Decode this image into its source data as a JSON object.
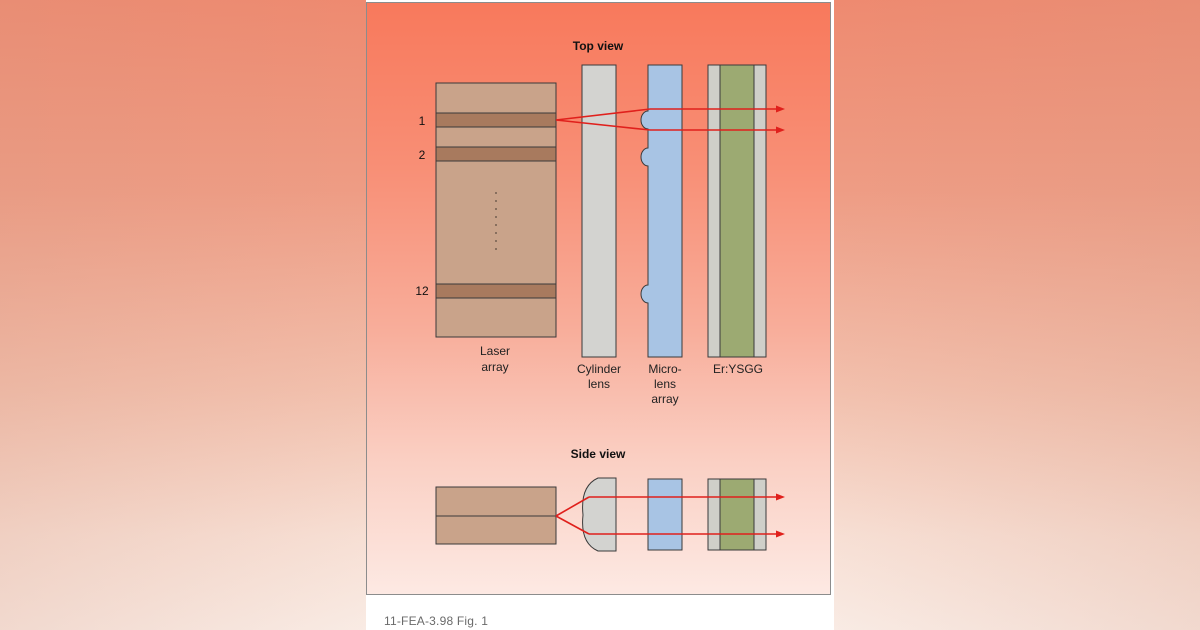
{
  "top_view": {
    "title": "Top view",
    "row_labels": [
      "1",
      "2",
      "12"
    ],
    "component_labels": {
      "laser_array": [
        "Laser",
        "array"
      ],
      "cylinder_lens": [
        "Cylinder",
        "lens"
      ],
      "microlens_array": [
        "Micro-",
        "lens",
        "array"
      ],
      "crystal": [
        "Er:YSGG"
      ]
    }
  },
  "side_view": {
    "title": "Side view"
  },
  "caption": "11-FEA-3.98 Fig. 1",
  "colors": {
    "laser_body": "#c9a38a",
    "laser_stripe": "#a87a5e",
    "cylinder_lens": "#d3d3d0",
    "microlens": "#a8c4e4",
    "crystal_glass": "#cfcfc9",
    "crystal_core": "#9caa72",
    "beam": "#e0201c",
    "outline": "#3a3a3a"
  }
}
